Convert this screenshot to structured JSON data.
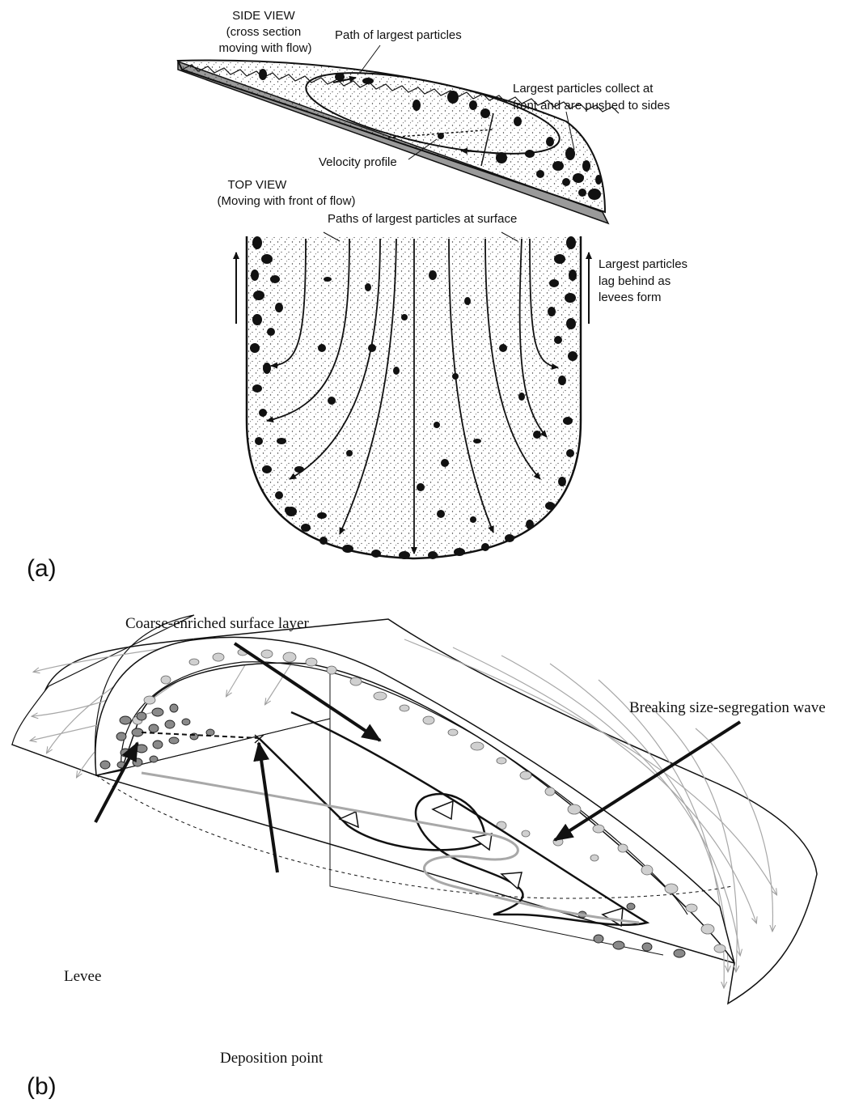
{
  "panel_a": {
    "letter": "(a)",
    "side_view_label": [
      "SIDE VIEW",
      "(cross section",
      "moving with flow)"
    ],
    "path_largest": "Path of largest particles",
    "collect_front": [
      "Largest particles collect at",
      "front and are pushed to sides"
    ],
    "velocity_profile": "Velocity profile",
    "top_view_label": [
      "TOP VIEW",
      "(Moving with front of flow)"
    ],
    "paths_surface": "Paths of largest particles at surface",
    "lag_behind": [
      "Largest particles",
      "lag behind as",
      "levees form"
    ]
  },
  "panel_b": {
    "letter": "(b)",
    "coarse_layer": "Coarse-enriched surface layer",
    "breaking_wave": "Breaking size-segregation wave",
    "levee": "Levee",
    "deposition": "Deposition point"
  },
  "colors": {
    "ink": "#111111",
    "grey_line": "#a8a8a8",
    "particle_light": "#d0d0d0",
    "particle_dark": "#8a8a8a",
    "base_strip": "#9a9a9a"
  }
}
